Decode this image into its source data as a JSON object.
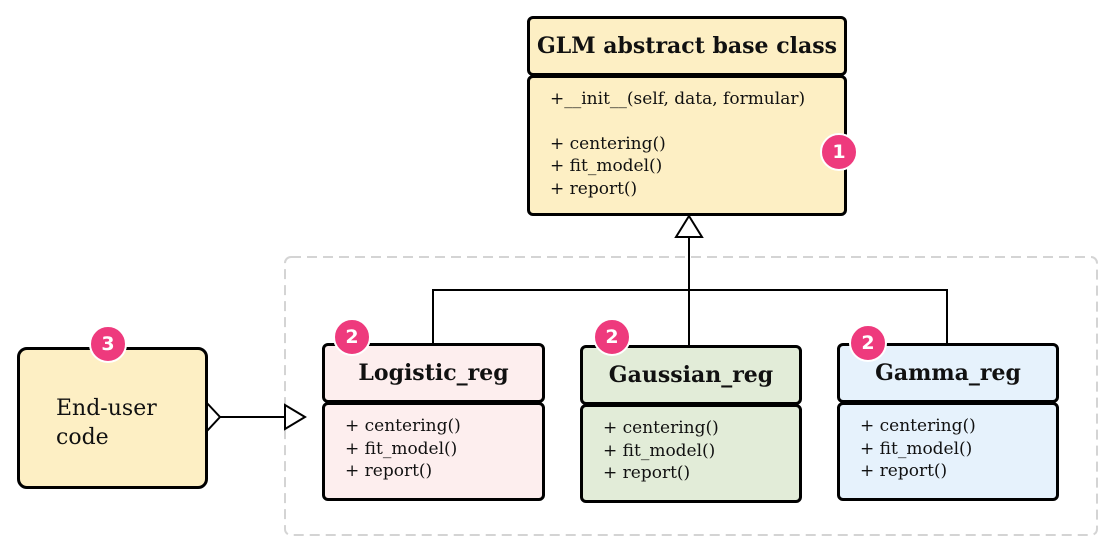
{
  "colors": {
    "base_fill": "#fdefc4",
    "logistic_fill": "#fdeeee",
    "gaussian_fill": "#e2ecd8",
    "gamma_fill": "#e6f2fc",
    "enduser_fill": "#fdefc4",
    "badge_fill": "#ee3a7d",
    "group_border": "#d4d4d4"
  },
  "base_class": {
    "title": "GLM abstract base class",
    "init": "+__init__(self, data, formular)",
    "methods": [
      "+ centering()",
      "+ fit_model()",
      "+ report()"
    ],
    "badge": "1"
  },
  "subclasses": [
    {
      "title": "Logistic_reg",
      "methods": [
        "+ centering()",
        "+ fit_model()",
        "+ report()"
      ],
      "badge": "2"
    },
    {
      "title": "Gaussian_reg",
      "methods": [
        "+ centering()",
        "+ fit_model()",
        "+ report()"
      ],
      "badge": "2"
    },
    {
      "title": "Gamma_reg",
      "methods": [
        "+ centering()",
        "+ fit_model()",
        "+ report()"
      ],
      "badge": "2"
    }
  ],
  "end_user": {
    "lines": [
      "End-user",
      "code"
    ],
    "badge": "3"
  }
}
